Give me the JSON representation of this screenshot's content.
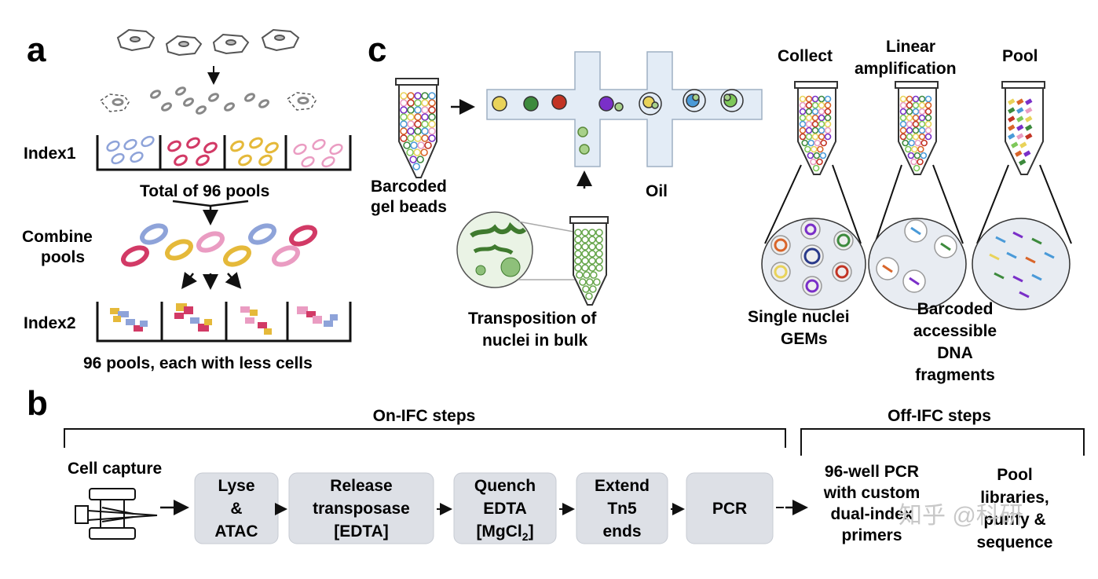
{
  "panel_labels": {
    "a": "a",
    "b": "b",
    "c": "c"
  },
  "panel_a": {
    "index1": "Index1",
    "total_pools": "Total of 96 pools",
    "combine_line1": "Combine",
    "combine_line2": "pools",
    "index2": "Index2",
    "footer": "96 pools, each with less cells"
  },
  "panel_b": {
    "on_ifc": "On-IFC steps",
    "off_ifc": "Off-IFC steps",
    "cell_capture": "Cell capture",
    "steps": [
      {
        "lines": [
          "Lyse",
          "&",
          "ATAC"
        ]
      },
      {
        "lines": [
          "Release",
          "transposase",
          "[EDTA]"
        ]
      },
      {
        "lines": [
          "Quench",
          "EDTA",
          "[MgCl"
        ],
        "subscript": "2",
        "suffix": "]"
      },
      {
        "lines": [
          "Extend",
          "Tn5",
          "ends"
        ]
      },
      {
        "lines": [
          "PCR"
        ]
      }
    ],
    "off_steps": [
      {
        "lines": [
          "96-well PCR",
          "with custom",
          "dual-index",
          "primers"
        ]
      },
      {
        "lines": [
          "Pool",
          "libraries,",
          "purify &",
          "sequence"
        ]
      }
    ]
  },
  "panel_c": {
    "barcoded_line1": "Barcoded",
    "barcoded_line2": "gel beads",
    "oil": "Oil",
    "transposition_line1": "Transposition of",
    "transposition_line2": "nuclei in bulk",
    "collect": "Collect",
    "linear_line1": "Linear",
    "linear_line2": "amplification",
    "pool": "Pool",
    "single_line1": "Single nuclei",
    "single_line2": "GEMs",
    "barcoded_frag": [
      "Barcoded",
      "accessible",
      "DNA",
      "fragments"
    ]
  },
  "watermark": "知乎 @科研"
}
